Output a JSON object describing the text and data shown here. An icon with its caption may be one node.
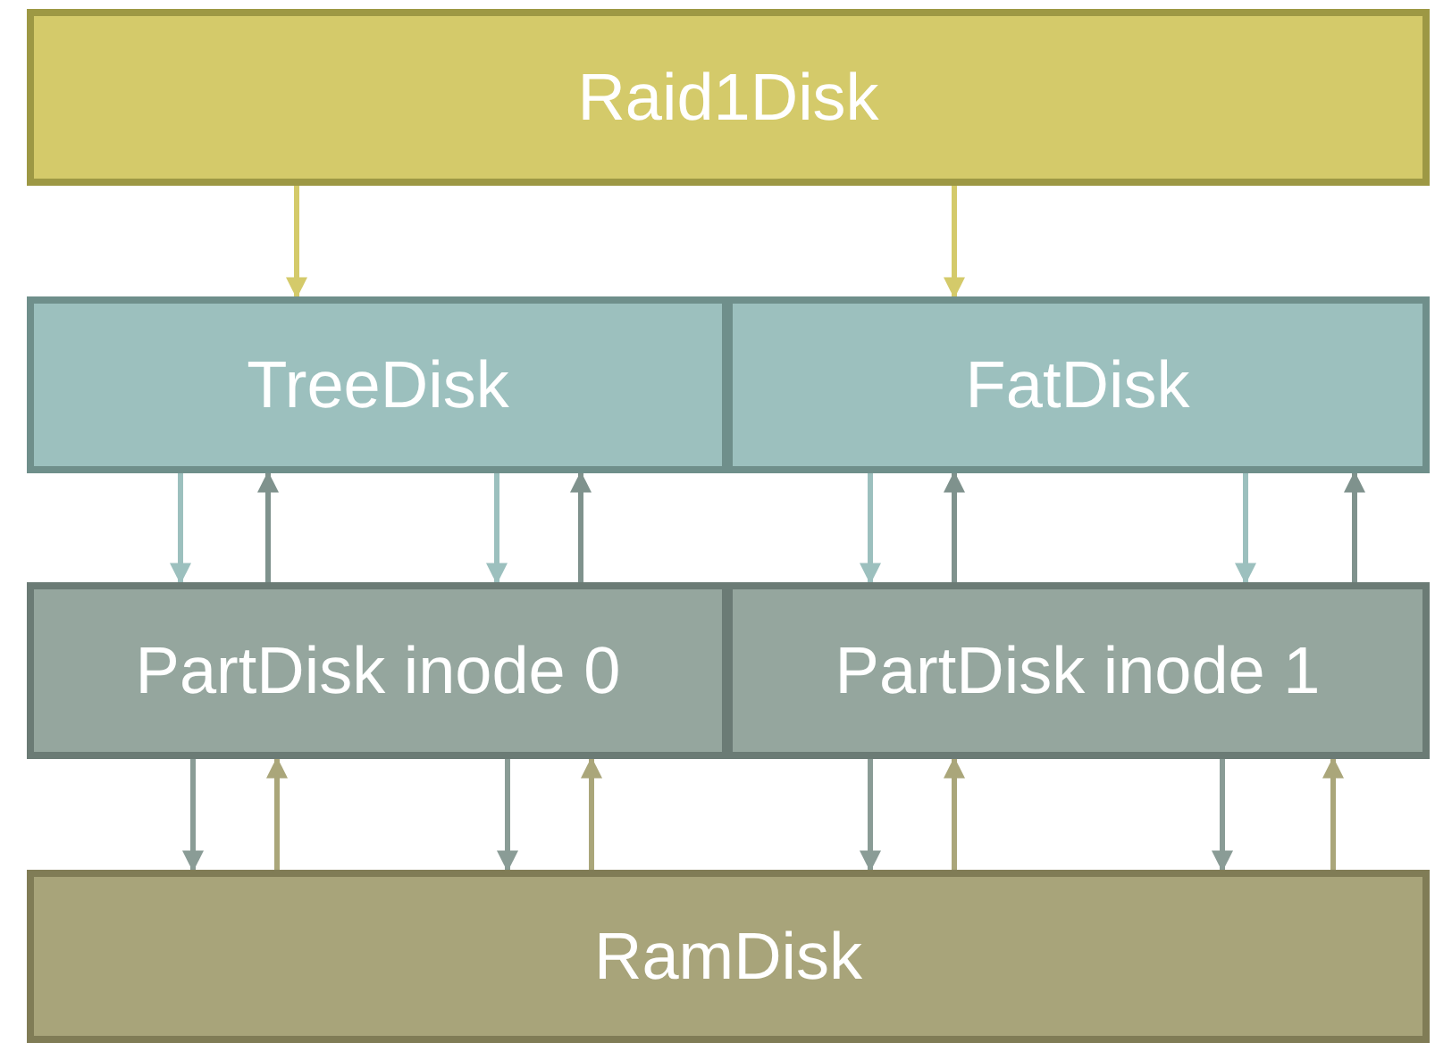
{
  "diagram": {
    "nodes": [
      {
        "text": [
          "Raid1Disk"
        ]
      },
      {
        "text": [
          "TreeDisk"
        ]
      },
      {
        "text": [
          "FatDisk"
        ]
      },
      {
        "text": [
          "PartDisk inode 0"
        ]
      },
      {
        "text": [
          "PartDisk inode 1"
        ]
      },
      {
        "text": [
          "RamDisk"
        ]
      }
    ],
    "edges": [
      {
        "from": 0,
        "to": 1,
        "arrow": "to",
        "color": "#d4ca6a"
      },
      {
        "from": 0,
        "to": 2,
        "arrow": "to",
        "color": "#d4ca6a"
      },
      {
        "from": 1,
        "to": 3,
        "arrow": "to",
        "color": "#9cc0be"
      },
      {
        "from": 3,
        "to": 1,
        "arrow": "to",
        "color": "#7f928d"
      },
      {
        "from": 1,
        "to": 3,
        "arrow": "to",
        "color": "#9cc0be"
      },
      {
        "from": 3,
        "to": 1,
        "arrow": "to",
        "color": "#7f928d"
      },
      {
        "from": 2,
        "to": 4,
        "arrow": "to",
        "color": "#9cc0be"
      },
      {
        "from": 4,
        "to": 2,
        "arrow": "to",
        "color": "#7f928d"
      },
      {
        "from": 2,
        "to": 4,
        "arrow": "to",
        "color": "#9cc0be"
      },
      {
        "from": 4,
        "to": 2,
        "arrow": "to",
        "color": "#7f928d"
      },
      {
        "from": 3,
        "to": 5,
        "arrow": "to",
        "color": "#8a9c96"
      },
      {
        "from": 5,
        "to": 3,
        "arrow": "to",
        "color": "#aaa67a"
      },
      {
        "from": 3,
        "to": 5,
        "arrow": "to",
        "color": "#8a9c96"
      },
      {
        "from": 5,
        "to": 3,
        "arrow": "to",
        "color": "#aaa67a"
      },
      {
        "from": 4,
        "to": 5,
        "arrow": "to",
        "color": "#8a9c96"
      },
      {
        "from": 5,
        "to": 4,
        "arrow": "to",
        "color": "#aaa67a"
      },
      {
        "from": 4,
        "to": 5,
        "arrow": "to",
        "color": "#8a9c96"
      },
      {
        "from": 5,
        "to": 4,
        "arrow": "to",
        "color": "#aaa67a"
      }
    ]
  }
}
